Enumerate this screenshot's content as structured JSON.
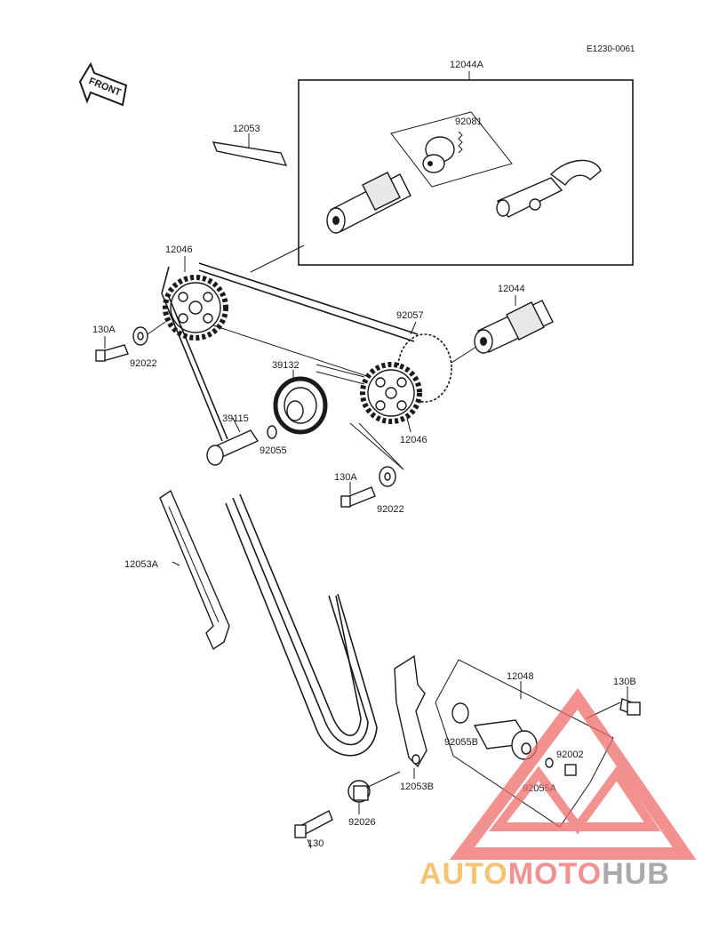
{
  "diagram": {
    "code": "E1230-0061",
    "front_label": "FRONT",
    "labels": {
      "p12044A": "12044A",
      "p92081": "92081",
      "p12053": "12053",
      "p12046_top": "12046",
      "p130A_top": "130A",
      "p92022_top": "92022",
      "p12044": "12044",
      "p92057": "92057",
      "p39132": "39132",
      "p39115": "39115",
      "p92055": "92055",
      "p12046_mid": "12046",
      "p130A_mid": "130A",
      "p92022_mid": "92022",
      "p12053A": "12053A",
      "p12048": "12048",
      "p130B": "130B",
      "p92055B": "92055B",
      "p92002": "92002",
      "p92055A": "92055A",
      "p12053B": "12053B",
      "p92026": "92026",
      "p130": "130"
    }
  },
  "watermark": {
    "part1": "AUTO",
    "part2": "MOTO",
    "part3": "HUB",
    "colors": {
      "auto": "#f5b041",
      "moto": "#ef6b6b",
      "hub": "#8e8e8e"
    }
  }
}
